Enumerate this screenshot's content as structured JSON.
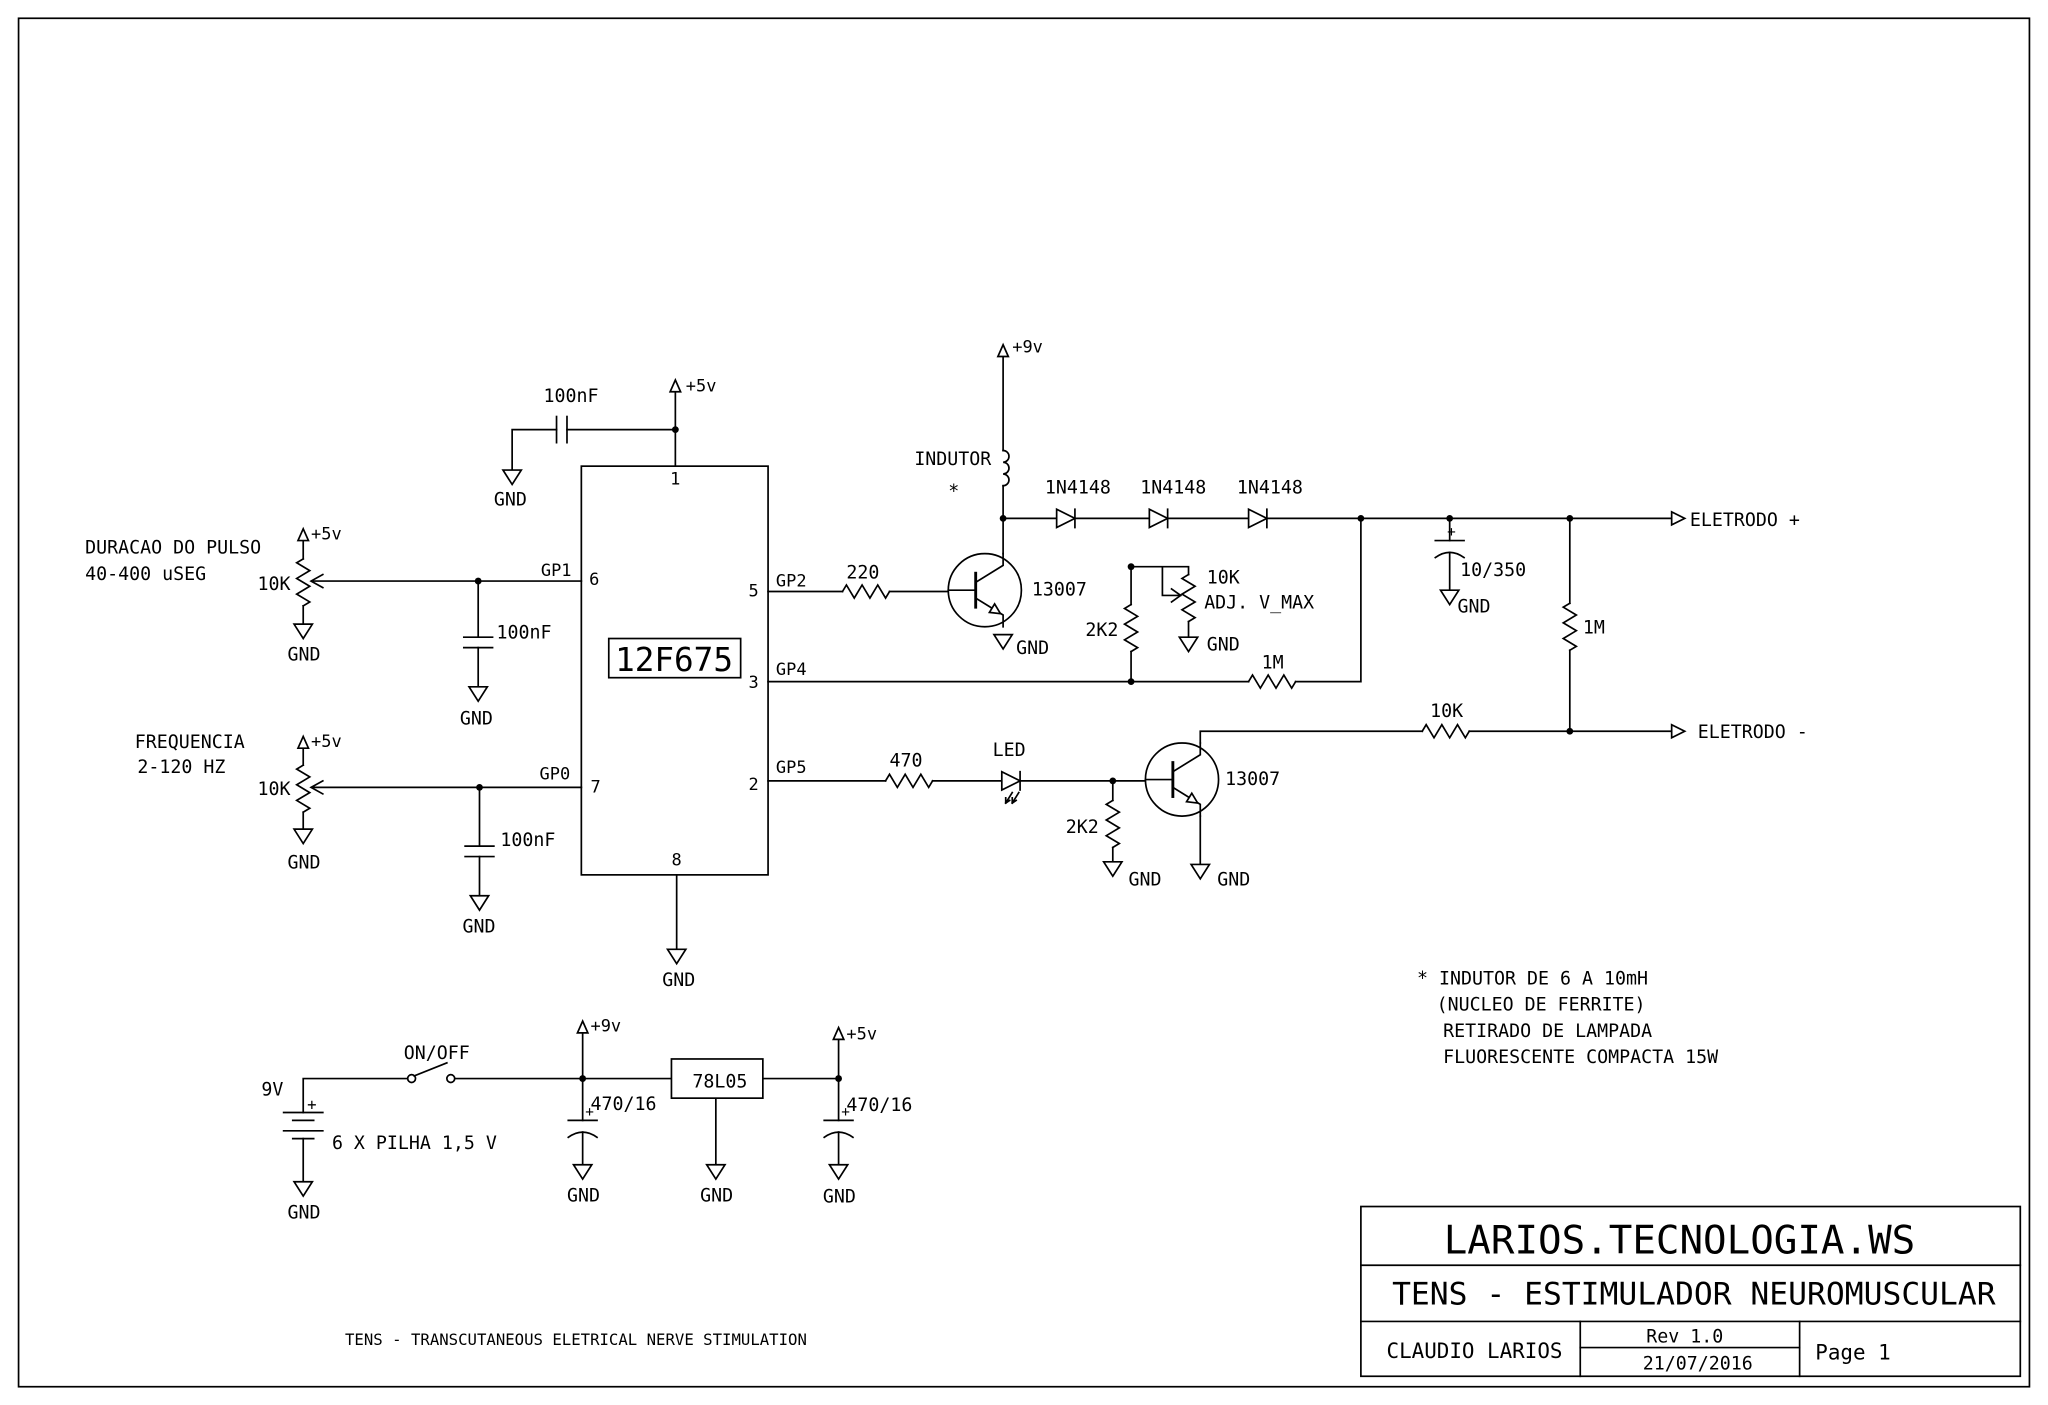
{
  "supply": {
    "gnd": "GND",
    "vcc5": "+5v",
    "vcc9": "+9v"
  },
  "polarity_mark": "+",
  "microcontroller": {
    "part": "12F675",
    "pin_numbers": {
      "p1": "1",
      "p2": "2",
      "p3": "3",
      "p5": "5",
      "p6": "6",
      "p7": "7",
      "p8": "8"
    },
    "pin_names": {
      "gp0": "GP0",
      "gp1": "GP1",
      "gp2": "GP2",
      "gp4": "GP4",
      "gp5": "GP5"
    },
    "decoupling_cap": "100nF"
  },
  "pulse_width_control": {
    "title": "DURACAO DO PULSO",
    "range": "40-400 uSEG",
    "pot": "10K",
    "filter_cap": "100nF"
  },
  "frequency_control": {
    "title": "FREQUENCIA",
    "range": "2-120 HZ",
    "pot": "10K",
    "filter_cap": "100nF"
  },
  "boost_stage": {
    "base_resistor": "220",
    "transistor": "13007",
    "inductor": "INDUTOR",
    "inductor_mark": "*",
    "diodes": [
      "1N4148",
      "1N4148",
      "1N4148"
    ],
    "output_cap": "10/350",
    "feedback_resistor": "1M",
    "divider_resistor": "2K2",
    "trim_pot": "10K",
    "trim_pot_label": "ADJ. V_MAX",
    "bleed_resistor": "1M"
  },
  "switch_stage": {
    "led_resistor": "470",
    "led": "LED",
    "base_pulldown": "2K2",
    "transistor": "13007",
    "output_resistor": "10K"
  },
  "electrodes": {
    "positive": "ELETRODO +",
    "negative": "ELETRODO -"
  },
  "power_supply": {
    "battery_voltage": "9V",
    "battery_description": "6 X PILHA 1,5 V",
    "switch": "ON/OFF",
    "regulator": "78L05",
    "input_cap": "470/16",
    "output_cap": "470/16"
  },
  "notes": [
    "* INDUTOR DE 6 A 10mH",
    "(NUCLEO DE FERRITE)",
    "RETIRADO DE LAMPADA",
    "FLUORESCENTE COMPACTA 15W"
  ],
  "caption": "TENS - TRANSCUTANEOUS ELETRICAL NERVE STIMULATION",
  "title_block": {
    "company": "LARIOS.TECNOLOGIA.WS",
    "title": "TENS - ESTIMULADOR NEUROMUSCULAR",
    "author": "CLAUDIO LARIOS",
    "revision": "Rev 1.0",
    "date": "21/07/2016",
    "page": "Page 1"
  }
}
